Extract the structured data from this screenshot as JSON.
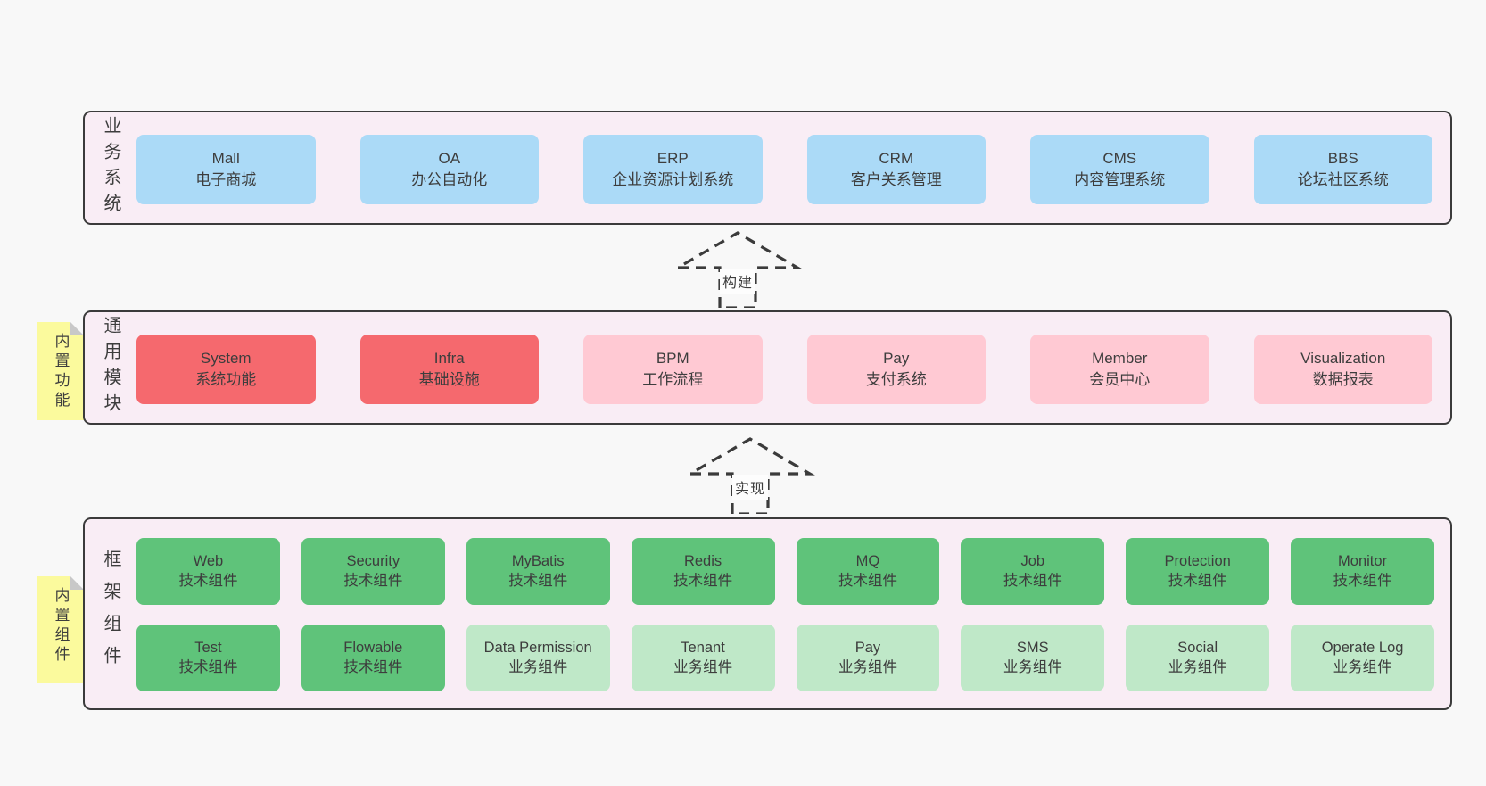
{
  "colors": {
    "page_bg": "#f8f8f8",
    "panel_bg": "#f9edf5",
    "panel_border": "#3b3b3b",
    "box_blue": "#abdaf7",
    "box_red": "#f5696e",
    "box_pink": "#ffc9d3",
    "box_green": "#5fc37a",
    "box_green_light": "#bfe8c8",
    "sticky_yellow": "#fbfa9d",
    "sticky_fold": "#c8c8c8",
    "text": "#3d3d3d"
  },
  "layer_business": {
    "label": "业务系统",
    "items": [
      {
        "name": "Mall",
        "desc": "电子商城"
      },
      {
        "name": "OA",
        "desc": "办公自动化"
      },
      {
        "name": "ERP",
        "desc": "企业资源计划系统"
      },
      {
        "name": "CRM",
        "desc": "客户关系管理"
      },
      {
        "name": "CMS",
        "desc": "内容管理系统"
      },
      {
        "name": "BBS",
        "desc": "论坛社区系统"
      }
    ]
  },
  "arrow_build": {
    "label": "构建"
  },
  "layer_modules": {
    "label": "通用模块",
    "sticky": "内置功能",
    "items": [
      {
        "name": "System",
        "desc": "系统功能"
      },
      {
        "name": "Infra",
        "desc": "基础设施"
      },
      {
        "name": "BPM",
        "desc": "工作流程"
      },
      {
        "name": "Pay",
        "desc": "支付系统"
      },
      {
        "name": "Member",
        "desc": "会员中心"
      },
      {
        "name": "Visualization",
        "desc": "数据报表"
      }
    ]
  },
  "arrow_implement": {
    "label": "实现"
  },
  "layer_components": {
    "label": "框架组件",
    "sticky": "内置组件",
    "row1": [
      {
        "name": "Web",
        "desc": "技术组件"
      },
      {
        "name": "Security",
        "desc": "技术组件"
      },
      {
        "name": "MyBatis",
        "desc": "技术组件"
      },
      {
        "name": "Redis",
        "desc": "技术组件"
      },
      {
        "name": "MQ",
        "desc": "技术组件"
      },
      {
        "name": "Job",
        "desc": "技术组件"
      },
      {
        "name": "Protection",
        "desc": "技术组件"
      },
      {
        "name": "Monitor",
        "desc": "技术组件"
      }
    ],
    "row2": [
      {
        "name": "Test",
        "desc": "技术组件"
      },
      {
        "name": "Flowable",
        "desc": "技术组件"
      },
      {
        "name": "Data Permission",
        "desc": "业务组件"
      },
      {
        "name": "Tenant",
        "desc": "业务组件"
      },
      {
        "name": "Pay",
        "desc": "业务组件"
      },
      {
        "name": "SMS",
        "desc": "业务组件"
      },
      {
        "name": "Social",
        "desc": "业务组件"
      },
      {
        "name": "Operate Log",
        "desc": "业务组件"
      }
    ]
  }
}
